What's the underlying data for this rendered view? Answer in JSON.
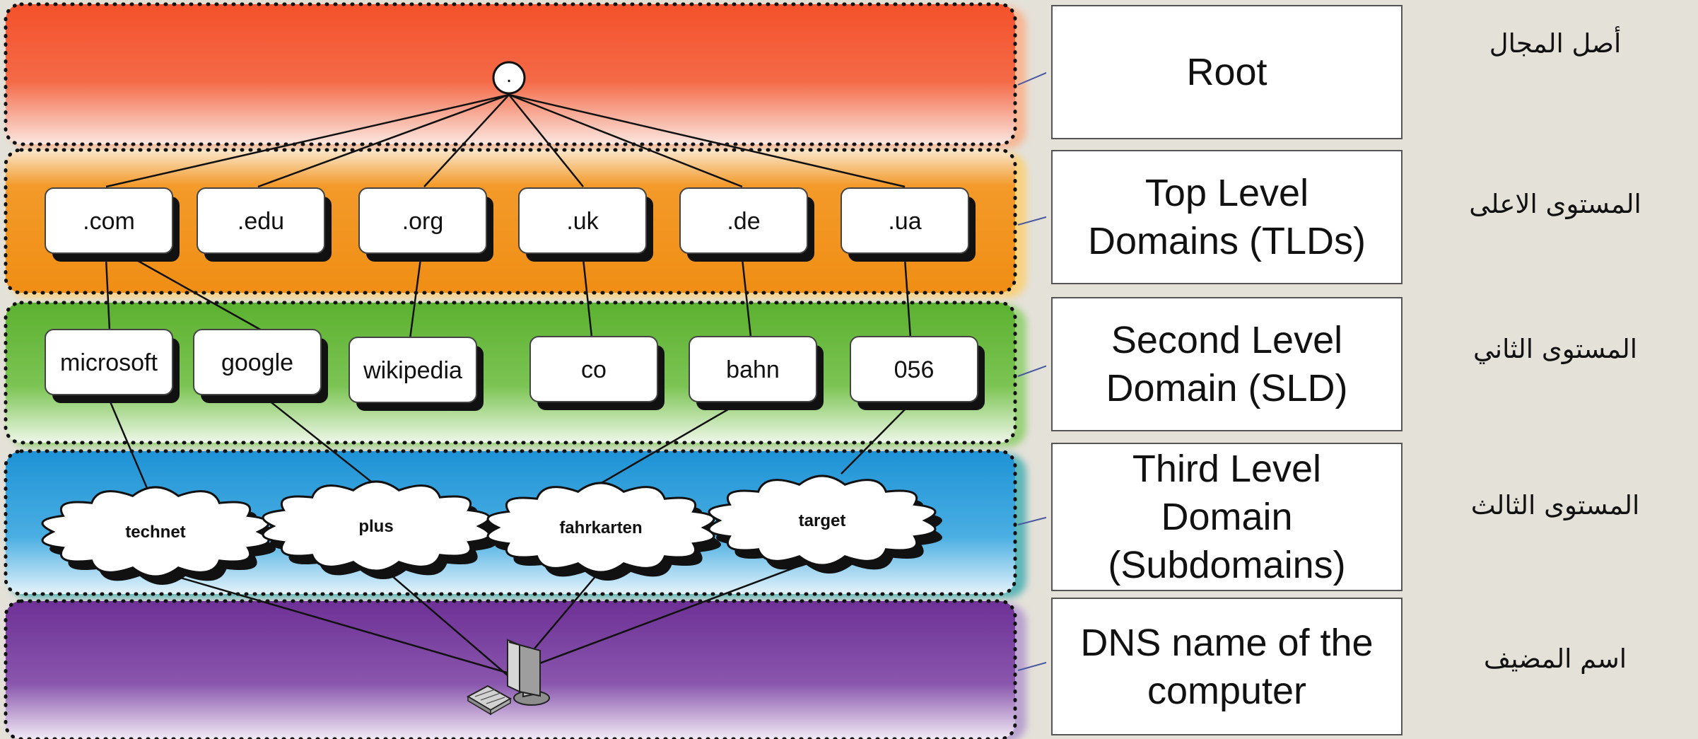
{
  "root": {
    "label": "."
  },
  "tlds": [
    ".com",
    ".edu",
    ".org",
    ".uk",
    ".de",
    ".ua"
  ],
  "slds": [
    "microsoft",
    "google",
    "wikipedia",
    "co",
    "bahn",
    "056"
  ],
  "subdomains": [
    "technet",
    "plus",
    "fahrkarten",
    "target"
  ],
  "levels": [
    {
      "english": "Root",
      "arabic": "أصل المجال"
    },
    {
      "english": "Top Level\nDomains (TLDs)",
      "arabic": "المستوى الاعلى"
    },
    {
      "english": "Second Level\nDomain (SLD)",
      "arabic": "المستوى الثاني"
    },
    {
      "english": "Third Level\nDomain\n(Subdomains)",
      "arabic": "المستوى الثالث"
    },
    {
      "english": "DNS name of the\ncomputer",
      "arabic": "اسم المضيف"
    }
  ],
  "colors": {
    "root_band": "#f4512b",
    "tld_band": "#f3961f",
    "sld_band": "#5cb130",
    "subdomain_band": "#1e93d6",
    "host_band": "#6e3196",
    "background": "#e4e1d9"
  },
  "icons": {
    "host": "computer-icon"
  }
}
